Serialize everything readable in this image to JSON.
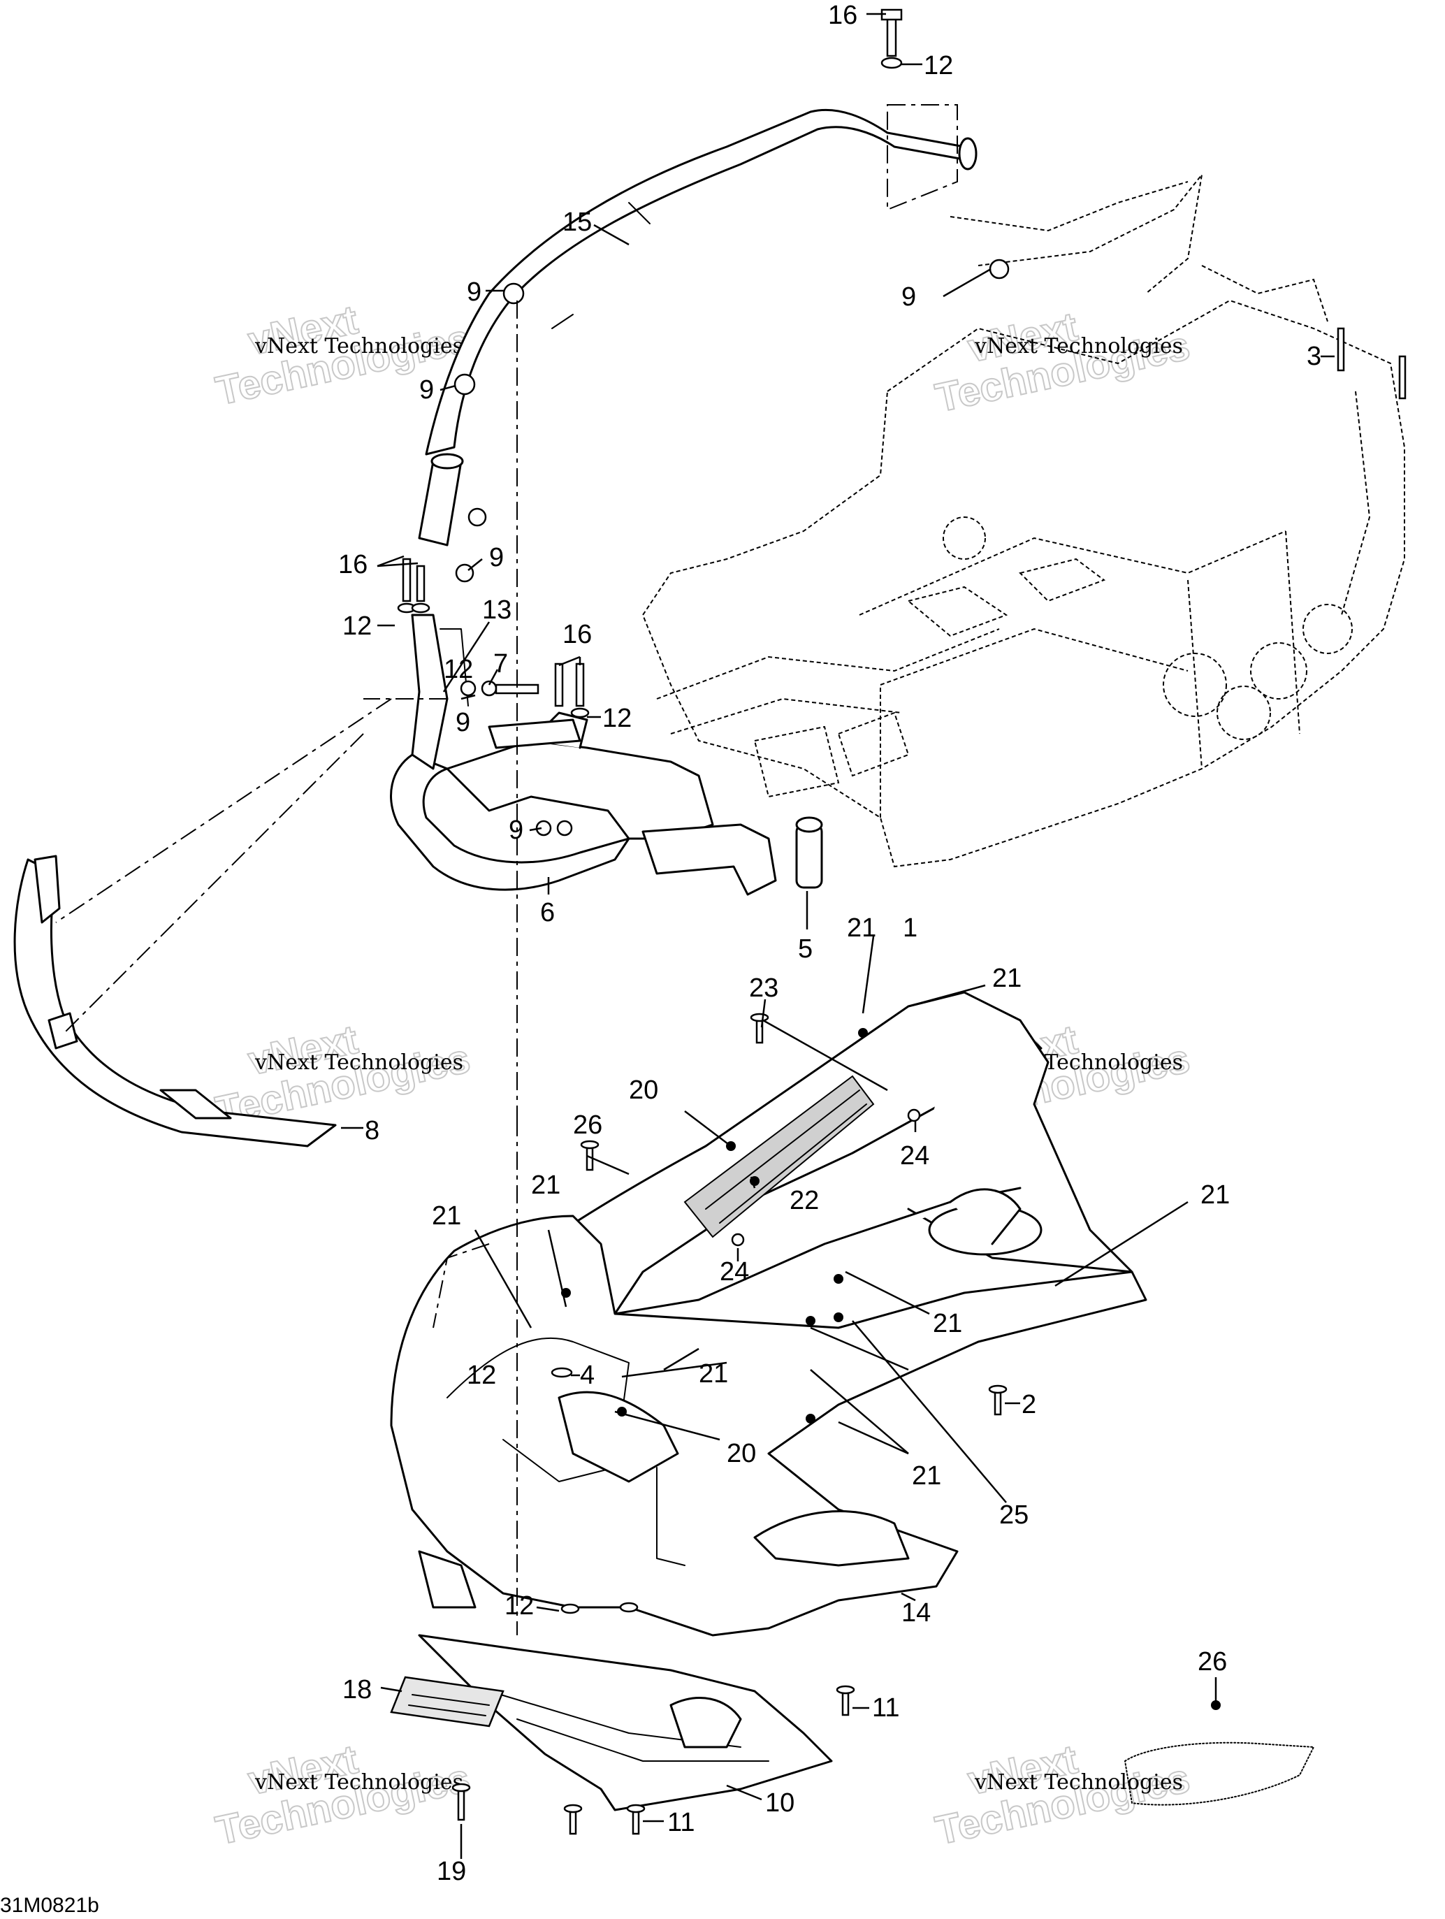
{
  "diagram": {
    "code": "31M0821b",
    "watermark_line1": "vNext Technologies",
    "watermark_line2": "vNext",
    "watermark_line3": "Technologies"
  },
  "callouts": {
    "c1": "1",
    "c2": "2",
    "c3": "3",
    "c4": "4",
    "c5": "5",
    "c6": "6",
    "c7": "7",
    "c8": "8",
    "c9a": "9",
    "c9b": "9",
    "c9c": "9",
    "c9d": "9",
    "c9e": "9",
    "c9f": "9",
    "c10": "10",
    "c11a": "11",
    "c11b": "11",
    "c12a": "12",
    "c12b": "12",
    "c12c": "12",
    "c12d": "12",
    "c12e": "12",
    "c12f": "12",
    "c13": "13",
    "c14": "14",
    "c15": "15",
    "c16a": "16",
    "c16b": "16",
    "c16c": "16",
    "c18": "18",
    "c19": "19",
    "c20a": "20",
    "c20b": "20",
    "c21a": "21",
    "c21b": "21",
    "c21c": "21",
    "c21d": "21",
    "c21e": "21",
    "c21f": "21",
    "c21g": "21",
    "c21h": "21",
    "c22": "22",
    "c23": "23",
    "c24a": "24",
    "c24b": "24",
    "c25": "25",
    "c26a": "26",
    "c26b": "26"
  }
}
